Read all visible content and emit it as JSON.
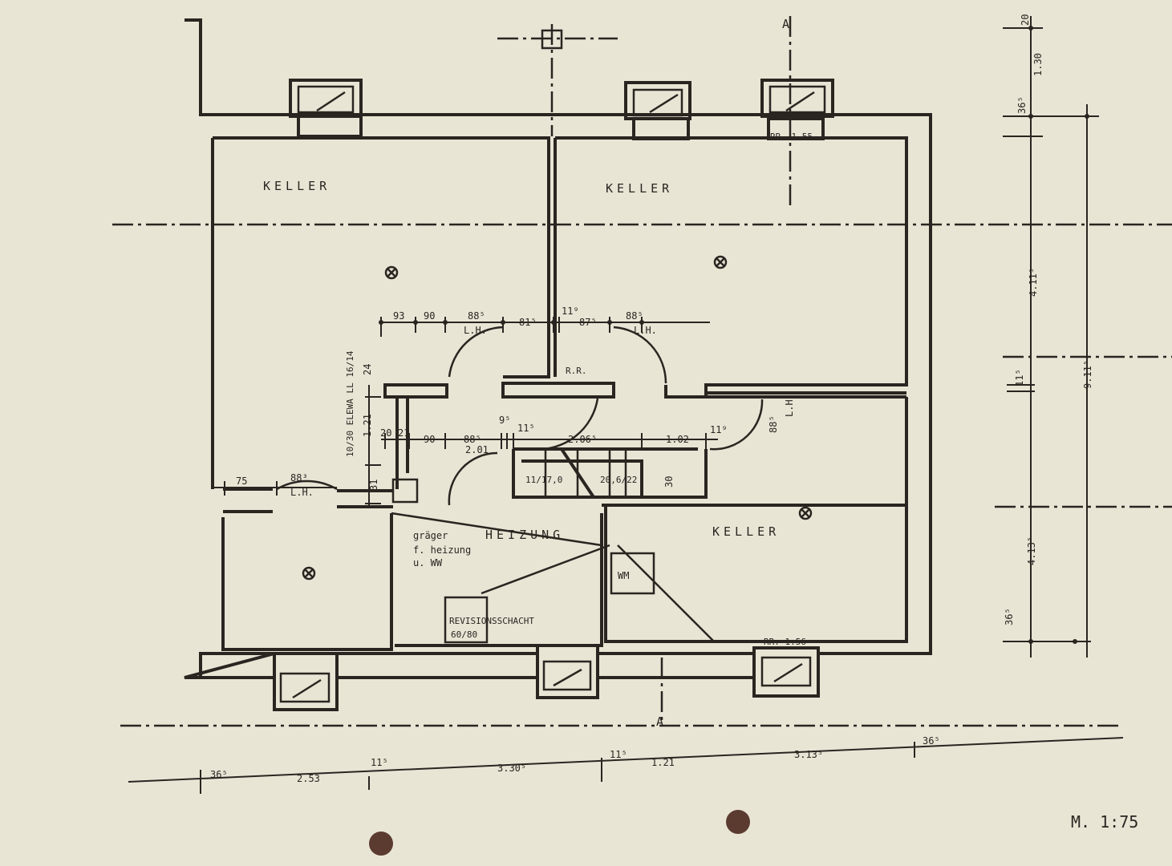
{
  "rooms": {
    "keller_top_left": "KELLER",
    "keller_top_right": "KELLER",
    "keller_bottom_right": "KELLER",
    "heizung": "HEIZUNG",
    "heizung_note_1": "gräger",
    "heizung_note_2": "f. heizung",
    "heizung_note_3": "u. WW",
    "wm": "WM",
    "revisionsschacht": "REVISIONSSCHACHT",
    "revisionsschacht_size": "60/80",
    "stair": "11/17,0",
    "stair_2": "20,6/22",
    "rr_top": "RR. 1.55",
    "rr_bottom": "RR. 1.56",
    "rr_center": "R.R.",
    "lh_1": "L.H.",
    "lh_2": "L.H.",
    "lh_3": "L.H.",
    "lh_4": "L.H.",
    "vertical_note": "10/30 ELEWA LL 16/14"
  },
  "section_marker": "A",
  "dimensions": {
    "top_row": [
      "93",
      "90",
      "88⁵",
      "81⁵",
      "11⁹",
      "87⁵",
      "88⁵"
    ],
    "mid_row": [
      "20",
      "21",
      "90",
      "88⁵",
      "2.01",
      "9⁵",
      "11⁵",
      "2.06⁵",
      "1.02",
      "11⁹"
    ],
    "left_vertical": [
      "24",
      "1.21",
      "31"
    ],
    "door_left": [
      "75",
      "88³",
      "L.H."
    ],
    "stair_rise": "30",
    "door_right": "88⁵",
    "right_side": [
      "20",
      "1.30",
      "36⁵",
      "4.11⁵",
      "11⁵",
      "9.11⁵",
      "4.13⁵",
      "36⁵"
    ],
    "bottom": [
      "36⁵",
      "2.53",
      "11⁵",
      "3.30⁵",
      "11⁵",
      "1.21",
      "3.13⁵",
      "36⁵"
    ]
  },
  "scale_label": "M. 1:75",
  "colors": {
    "paper": "#e9e5d5",
    "ink": "#2b2521",
    "holes": "#5b3b30"
  }
}
